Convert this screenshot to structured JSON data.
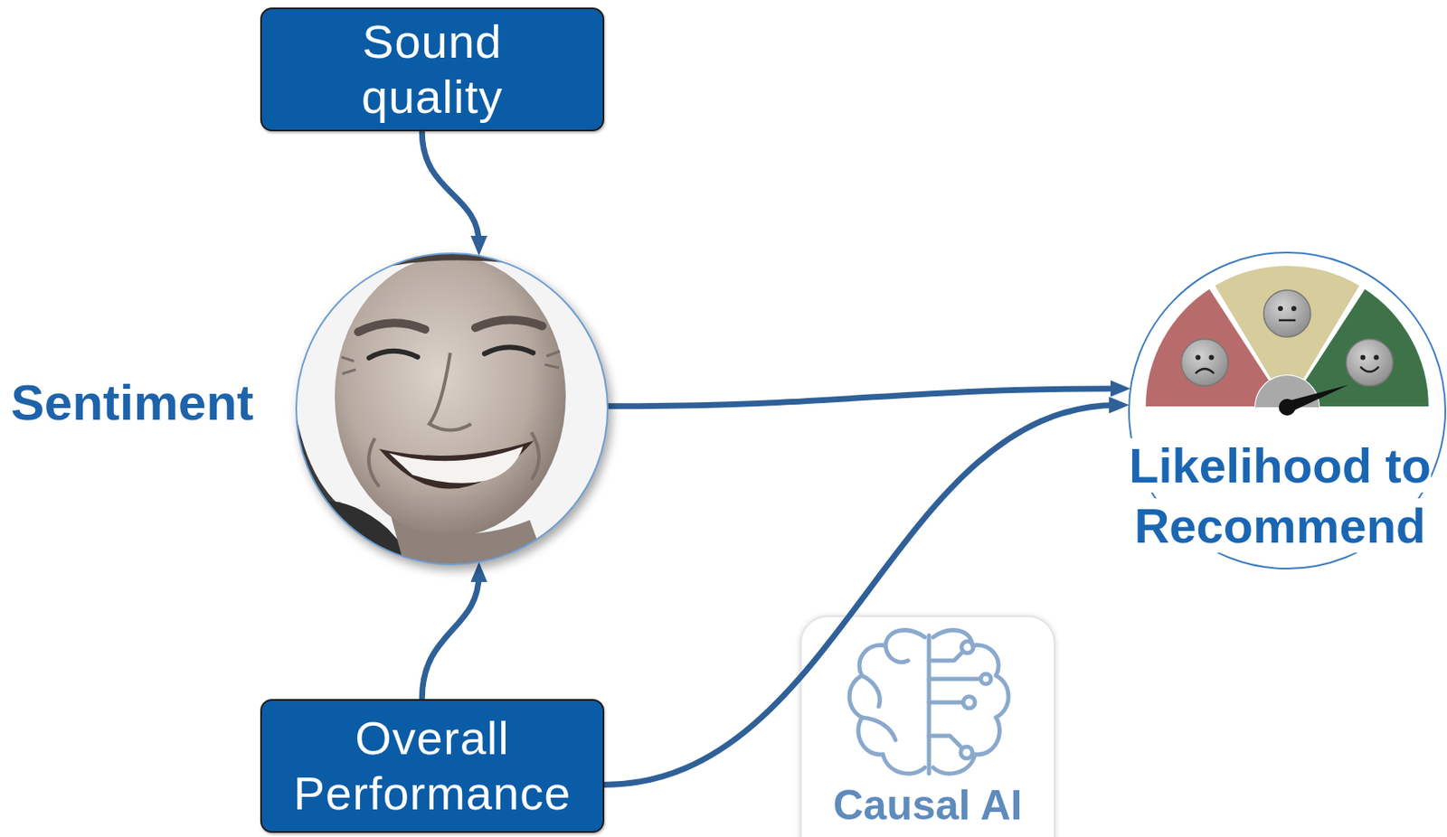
{
  "diagram": {
    "nodes": [
      {
        "text": [
          "Sound quality"
        ]
      },
      {
        "text": [
          "Sentiment"
        ]
      },
      {
        "text": [
          "Likelihood to Recommend"
        ]
      },
      {
        "text": [
          "Overall Performance"
        ]
      },
      {
        "text": [
          "Causal AI"
        ]
      }
    ],
    "edges": [
      {
        "from": 0,
        "to": 1,
        "arrow": "to"
      },
      {
        "from": 3,
        "to": 1,
        "arrow": "to"
      },
      {
        "from": 1,
        "to": 2,
        "arrow": "to"
      },
      {
        "from": 3,
        "to": 2,
        "arrow": "to"
      }
    ]
  }
}
